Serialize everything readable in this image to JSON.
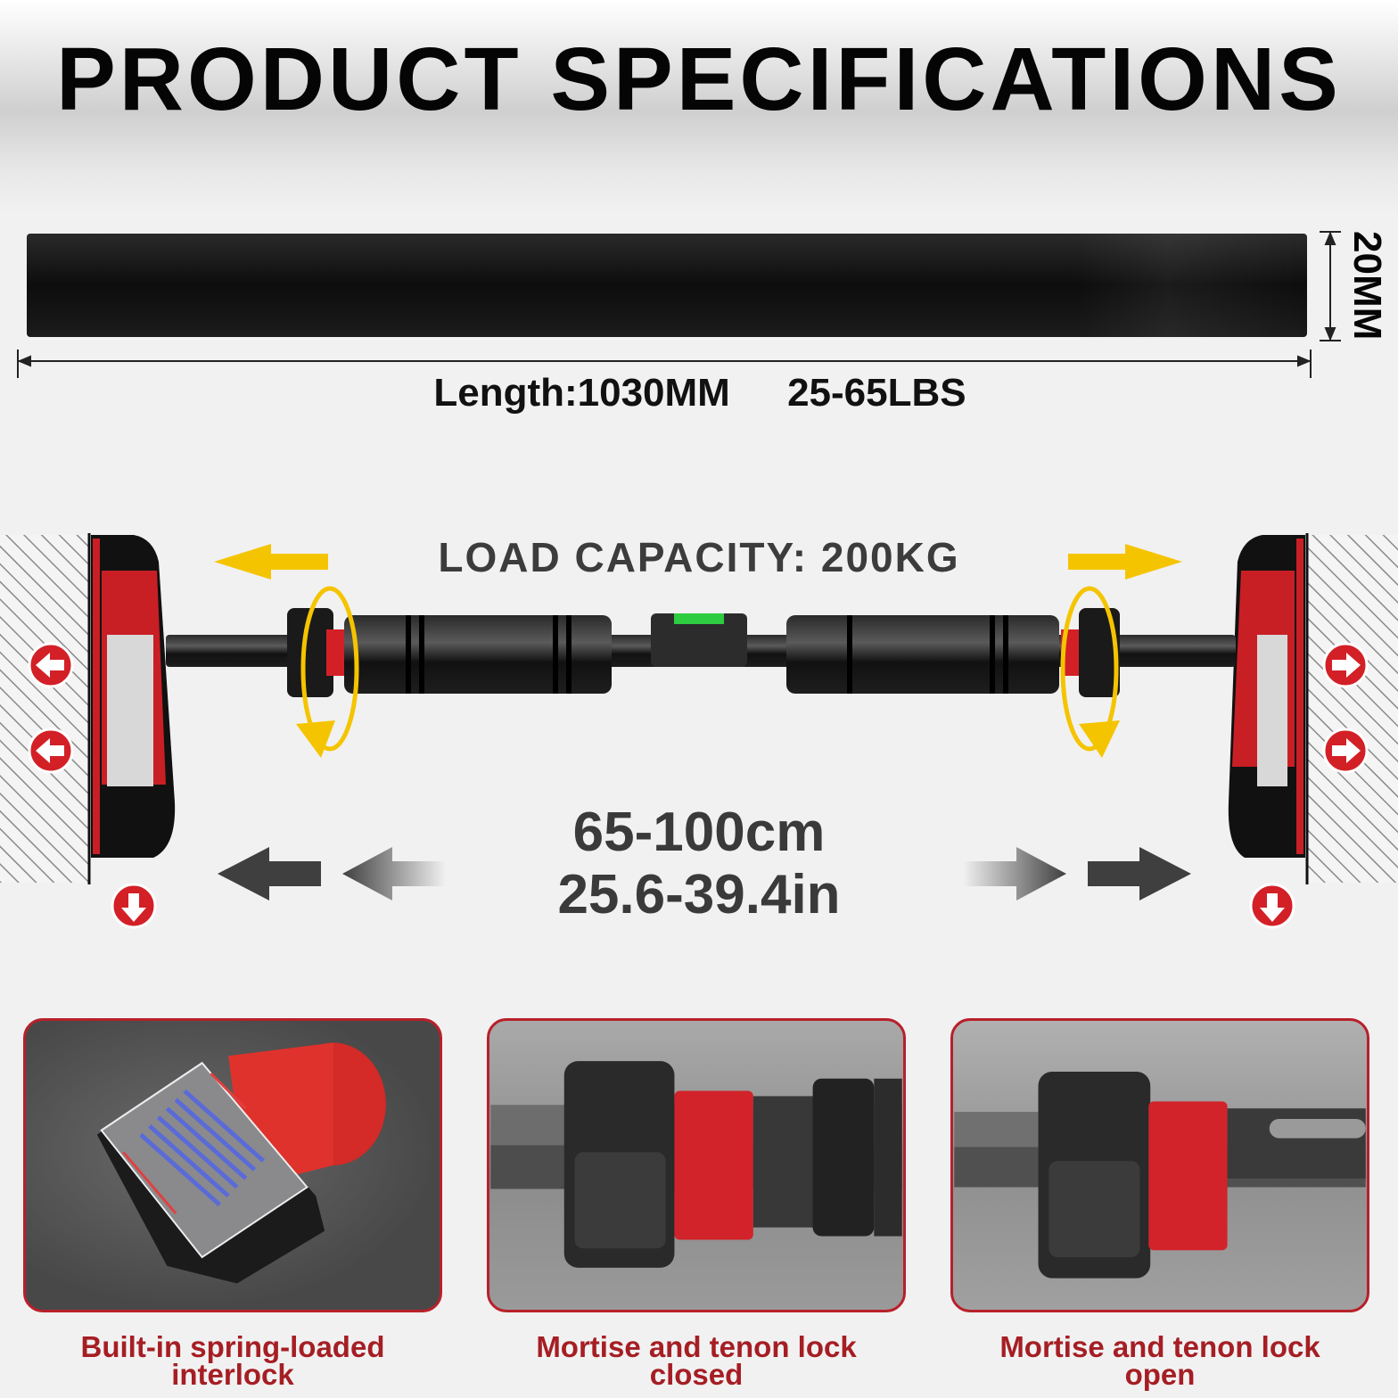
{
  "title": "PRODUCT SPECIFICATIONS",
  "band": {
    "thickness": "20MM",
    "length": "Length:1030MM",
    "resistance": "25-65LBS"
  },
  "bar": {
    "load_capacity": "LOAD CAPACITY: 200KG",
    "range_cm": "65-100cm",
    "range_in": "25.6-39.4in"
  },
  "colors": {
    "accent_red": "#b8202a",
    "arrow_yellow": "#f5c400",
    "arrow_gray": "#3f3f3f",
    "band_black": "#111111"
  },
  "panels": [
    {
      "caption_line1": "Built-in spring-loaded",
      "caption_line2": "interlock"
    },
    {
      "caption_line1": "Mortise and tenon lock",
      "caption_line2": "closed"
    },
    {
      "caption_line1": "Mortise and tenon lock",
      "caption_line2": "open"
    }
  ]
}
